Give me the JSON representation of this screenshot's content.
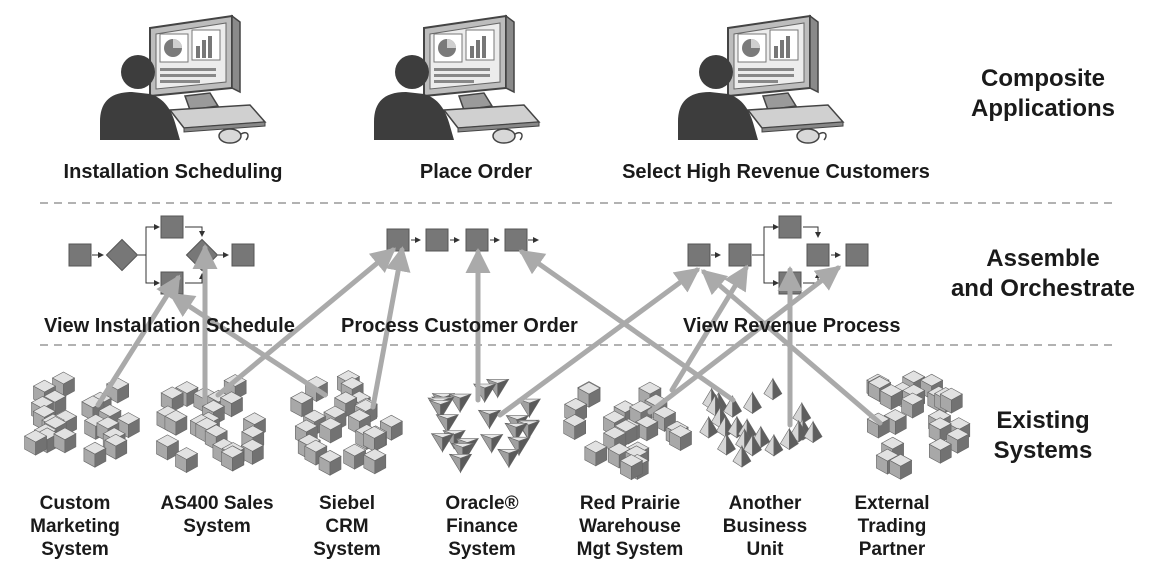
{
  "layers": {
    "composite": [
      "Composite",
      "Applications"
    ],
    "assemble": [
      "Assemble",
      "and Orchestrate"
    ],
    "existing": [
      "Existing",
      "Systems"
    ]
  },
  "composite_apps": [
    "Installation Scheduling",
    "Place Order",
    "Select High Revenue Customers"
  ],
  "processes": [
    "View Installation Schedule",
    "Process Customer Order",
    "View Revenue Process"
  ],
  "systems": [
    [
      "Custom",
      "Marketing",
      "System"
    ],
    [
      "AS400 Sales",
      "System"
    ],
    [
      "Siebel",
      "CRM",
      "System"
    ],
    [
      "Oracle®",
      "Finance",
      "System"
    ],
    [
      "Red Prairie",
      "Warehouse",
      "Mgt System"
    ],
    [
      "Another",
      "Business",
      "Unit"
    ],
    [
      "External",
      "Trading",
      "Partner"
    ]
  ],
  "colors": {
    "arrow": "#aaaaaa",
    "node": "#777777",
    "divider": "#999999"
  }
}
